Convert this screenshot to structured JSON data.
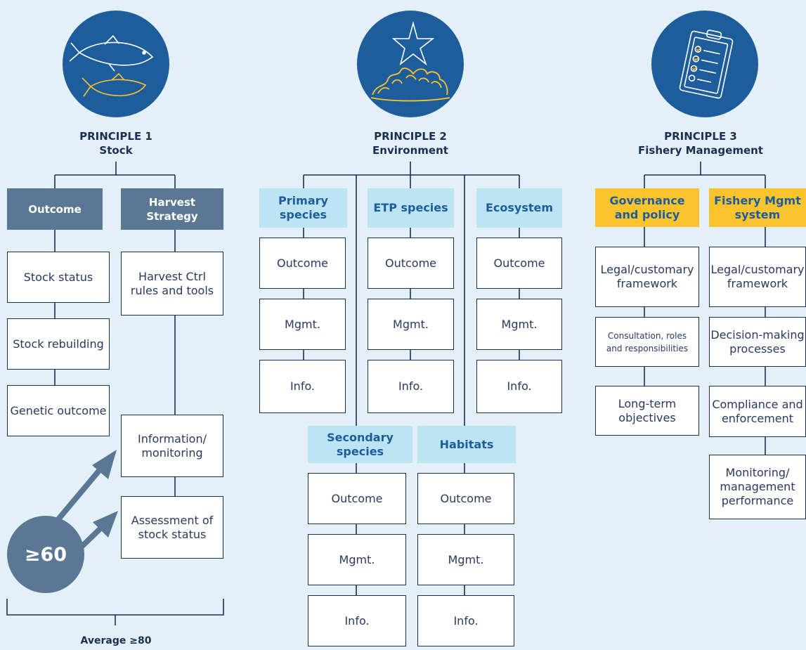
{
  "principle1": {
    "title": "PRINCIPLE 1",
    "subtitle": "Stock",
    "icon": "tuna-fish-icon",
    "headers": [
      "Outcome",
      "Harvest\nStrategy"
    ],
    "outcome_items": [
      "Stock status",
      "Stock rebuilding",
      "Genetic outcome"
    ],
    "harvest_items": [
      "Harvest Ctrl\nrules and tools",
      "Information/\nmonitoring",
      "Assessment of\nstock status"
    ],
    "badge": "≥60",
    "average": "Average ≥80"
  },
  "principle2": {
    "title": "PRINCIPLE 2",
    "subtitle": "Environment",
    "icon": "starfish-coral-icon",
    "groups": [
      {
        "name": "Primary\nspecies",
        "items": [
          "Outcome",
          "Mgmt.",
          "Info."
        ]
      },
      {
        "name": "ETP species",
        "items": [
          "Outcome",
          "Mgmt.",
          "Info."
        ]
      },
      {
        "name": "Ecosystem",
        "items": [
          "Outcome",
          "Mgmt.",
          "Info."
        ]
      },
      {
        "name": "Secondary\nspecies",
        "items": [
          "Outcome",
          "Mgmt.",
          "Info."
        ]
      },
      {
        "name": "Habitats",
        "items": [
          "Outcome",
          "Mgmt.",
          "Info."
        ]
      }
    ]
  },
  "principle3": {
    "title": "PRINCIPLE 3",
    "subtitle": "Fishery Management",
    "icon": "clipboard-checklist-icon",
    "groups": [
      {
        "name": "Governance\nand policy",
        "items": [
          "Legal/customary\nframework",
          "Consultation, roles\nand responsibilities",
          "Long-term\nobjectives"
        ]
      },
      {
        "name": "Fishery Mgmt\nsystem",
        "items": [
          "Legal/customary\nframework",
          "Decision-making\nprocesses",
          "Compliance and\nenforcement",
          "Monitoring/\nmanagement\nperformance"
        ]
      }
    ]
  },
  "colors": {
    "background": "#e4f0f8",
    "circle": "#1d5d9b",
    "principle1_header": "#5a7893",
    "principle2_header": "#bde4f3",
    "principle3_header": "#fbc42c",
    "line": "#1b2f52"
  }
}
